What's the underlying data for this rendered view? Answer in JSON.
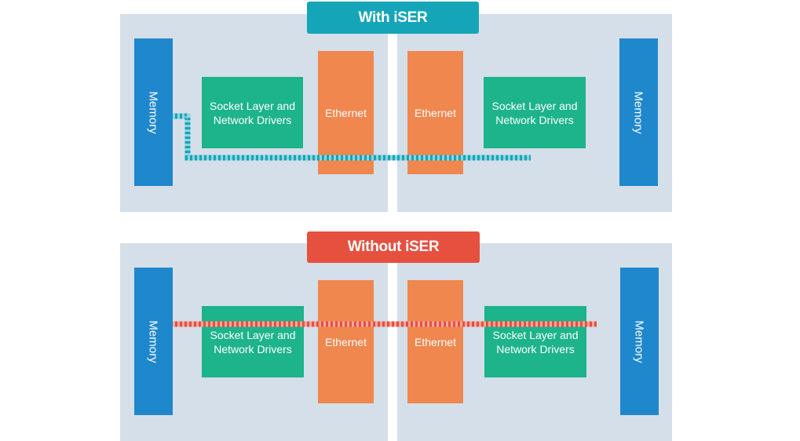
{
  "diagrams": [
    {
      "title": "With iSER",
      "left": {
        "memory": "Memory",
        "socket": "Socket Layer and\nNetwork Drivers",
        "ethernet": "Ethernet"
      },
      "right": {
        "memory": "Memory",
        "socket": "Socket Layer and\nNetwork Drivers",
        "ethernet": "Ethernet"
      },
      "path_color": "#14a6b8",
      "path_stripe_color": "#8fd3de"
    },
    {
      "title": "Without iSER",
      "left": {
        "memory": "Memory",
        "socket": "Socket Layer and\nNetwork Drivers",
        "ethernet": "Ethernet"
      },
      "right": {
        "memory": "Memory",
        "socket": "Socket Layer and\nNetwork Drivers",
        "ethernet": "Ethernet"
      },
      "path_color": "#e5503f",
      "path_stripe_color": "#f4a79e"
    }
  ],
  "colors": {
    "panel": "#d5dfe9",
    "memory": "#1f87cc",
    "socket": "#1db38b",
    "ethernet": "#ef874f"
  }
}
